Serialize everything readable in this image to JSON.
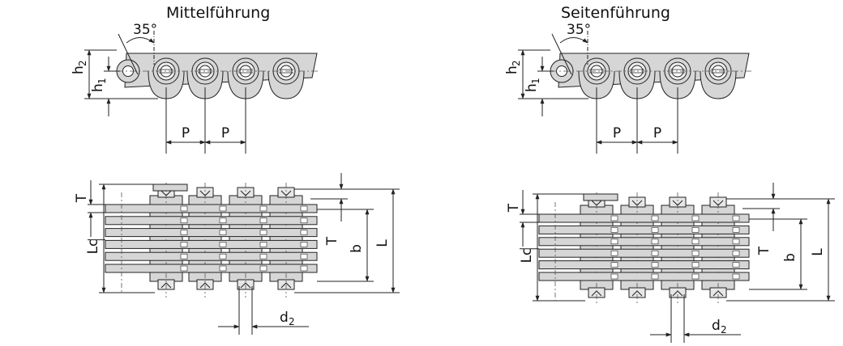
{
  "panels": {
    "left": {
      "title": "Mittelführung"
    },
    "right": {
      "title": "Seitenführung"
    }
  },
  "labels": {
    "angle": "35°",
    "h2": "h2",
    "h2_main": "h",
    "h2_sub": "2",
    "h1_main": "h",
    "h1_sub": "1",
    "pitch": "P",
    "Lc": "Lc",
    "T": "T",
    "b": "b",
    "L": "L",
    "d2_main": "d",
    "d2_sub": "2"
  },
  "colors": {
    "fill": "#d6d6d6",
    "line": "#222222",
    "centerline": "#555555"
  }
}
